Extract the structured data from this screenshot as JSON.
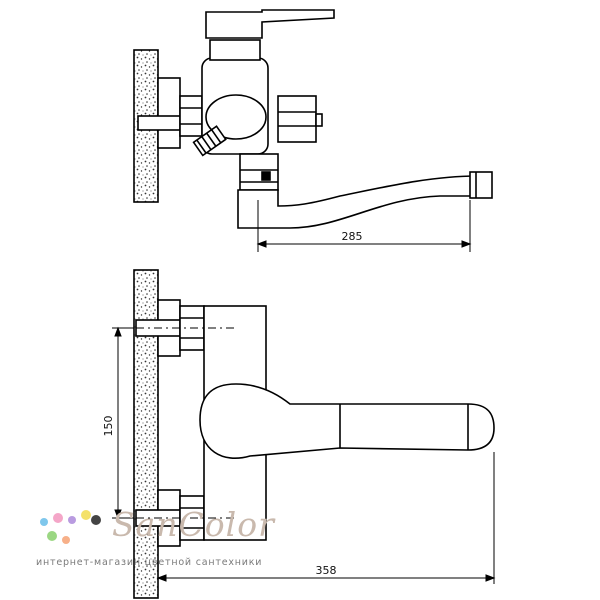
{
  "dimensions": {
    "spout_reach": "285",
    "total_reach": "358",
    "inlet_spacing": "150"
  },
  "brand": {
    "name": "SanColor",
    "tagline": "интернет-магазин цветной сантехники",
    "dot_colors": [
      "#7fc7ec",
      "#f4a6c8",
      "#b99be0",
      "#f4e16a",
      "#9bd783",
      "#f7b089",
      "#444444"
    ]
  }
}
